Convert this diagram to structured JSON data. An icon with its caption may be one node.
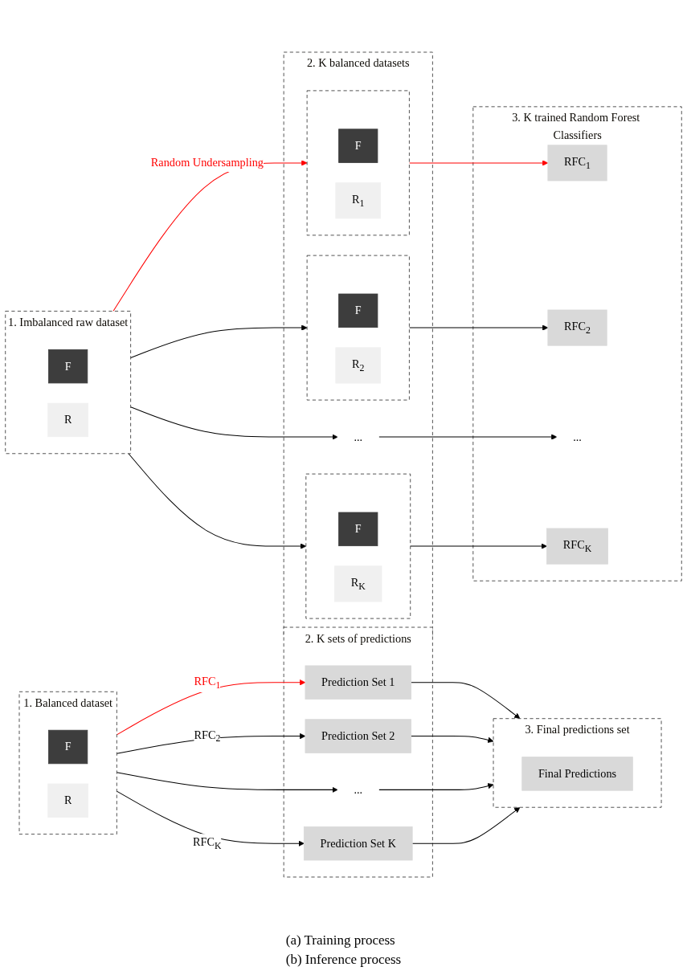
{
  "diagram": {
    "nodes": [
      {
        "text": [
          "1. Imbalanced raw dataset"
        ]
      },
      {
        "text": [
          "F"
        ],
        "in": 0
      },
      {
        "text": [
          "R"
        ],
        "in": 0
      },
      {
        "text": [
          "2. K balanced datasets"
        ]
      },
      {
        "text": [],
        "shape": "box",
        "in": 3
      },
      {
        "text": [
          "F"
        ],
        "in": 4
      },
      {
        "text": [
          "R$_{1}$"
        ],
        "in": 4
      },
      {
        "text": [],
        "shape": "box",
        "in": 3
      },
      {
        "text": [
          "F"
        ],
        "in": 7
      },
      {
        "text": [
          "R$_{2}$"
        ],
        "in": 7
      },
      {
        "text": [
          "..."
        ],
        "in": 3
      },
      {
        "text": [],
        "shape": "box",
        "in": 3
      },
      {
        "text": [
          "F"
        ],
        "in": 11
      },
      {
        "text": [
          "R$_{K}$"
        ],
        "in": 11
      },
      {
        "text": [
          "3. K trained Random Forest Classifiers"
        ]
      },
      {
        "text": [
          "RFC$_{1}$"
        ],
        "in": 14
      },
      {
        "text": [
          "RFC$_{2}$"
        ],
        "in": 14
      },
      {
        "text": [
          "..."
        ],
        "in": 14
      },
      {
        "text": [
          "RFC$_{K}$"
        ],
        "in": 14
      },
      {
        "text": [
          "1. Balanced dataset"
        ]
      },
      {
        "text": [
          "F"
        ],
        "in": 19
      },
      {
        "text": [
          "R"
        ],
        "in": 19
      },
      {
        "text": [
          "2. K sets of predictions"
        ]
      },
      {
        "text": [
          "Prediction Set 1"
        ],
        "in": 22
      },
      {
        "text": [
          "Prediction Set 2"
        ],
        "in": 22
      },
      {
        "text": [
          "..."
        ],
        "in": 22
      },
      {
        "text": [
          "Prediction Set K"
        ],
        "in": 22
      },
      {
        "text": [
          "3. Final predictions set"
        ]
      },
      {
        "text": [
          "Final Predictions"
        ],
        "in": 27
      }
    ],
    "edges": [
      {
        "from": 0,
        "to": 4,
        "arrow": "to",
        "label": "Random Undersampling",
        "color": "#ff0000"
      },
      {
        "from": 0,
        "to": 7,
        "arrow": "to"
      },
      {
        "from": 0,
        "to": 10,
        "arrow": "to"
      },
      {
        "from": 0,
        "to": 11,
        "arrow": "to"
      },
      {
        "from": 4,
        "to": 15,
        "arrow": "to",
        "color": "#ff0000"
      },
      {
        "from": 7,
        "to": 16,
        "arrow": "to"
      },
      {
        "from": 10,
        "to": 17,
        "arrow": "to"
      },
      {
        "from": 11,
        "to": 18,
        "arrow": "to"
      },
      {
        "from": 19,
        "to": 23,
        "arrow": "to",
        "label": "RFC$_{1}$",
        "color": "#ff0000"
      },
      {
        "from": 19,
        "to": 24,
        "arrow": "to",
        "label": "RFC$_{2}$"
      },
      {
        "from": 19,
        "to": 25,
        "arrow": "to"
      },
      {
        "from": 19,
        "to": 26,
        "arrow": "to",
        "label": "RFC$_{K}$"
      },
      {
        "from": 23,
        "to": 27,
        "arrow": "to"
      },
      {
        "from": 24,
        "to": 27,
        "arrow": "to"
      },
      {
        "from": 25,
        "to": 27,
        "arrow": "to"
      },
      {
        "from": 26,
        "to": 27,
        "arrow": "to"
      }
    ],
    "labels": [
      "(a) Training process",
      "(b) Inference process"
    ]
  }
}
